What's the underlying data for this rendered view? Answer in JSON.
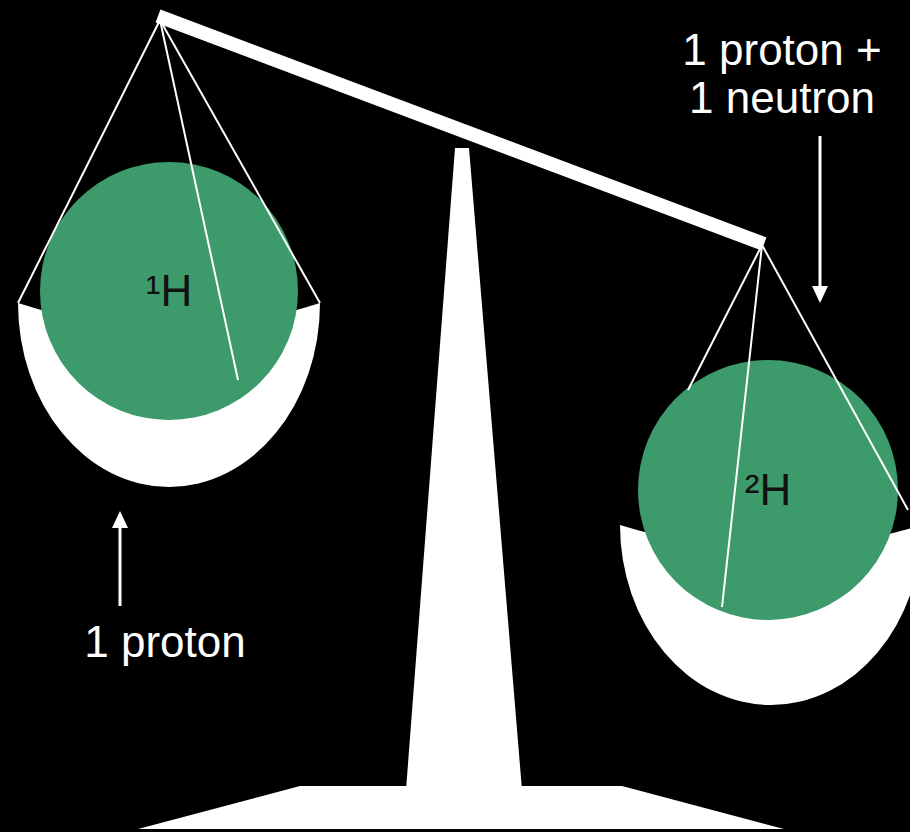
{
  "diagram": {
    "nodes": [
      {
        "text": [
          "¹H"
        ]
      },
      {
        "text": [
          "²H"
        ]
      }
    ],
    "labels": [
      "1 proton + 1 neutron",
      "1 proton"
    ]
  }
}
